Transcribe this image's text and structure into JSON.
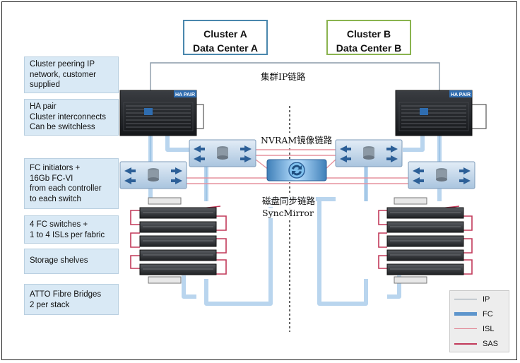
{
  "cluster_a": {
    "line1": "Cluster A",
    "line2": "Data Center A",
    "border_color": "#4a87ad"
  },
  "cluster_b": {
    "line1": "Cluster B",
    "line2": "Data Center B",
    "border_color": "#8ab34f"
  },
  "side_labels": {
    "peering": {
      "lines": [
        "Cluster peering IP",
        "network, customer",
        "supplied"
      ]
    },
    "ha_pair": {
      "lines": [
        "HA pair",
        "Cluster interconnects",
        "Can be switchless"
      ]
    },
    "fc_initiators": {
      "lines": [
        "FC initiators +",
        "16Gb FC-VI",
        "from each controller",
        "to each switch"
      ]
    },
    "fc_switches": {
      "lines": [
        "4 FC switches +",
        "1 to 4 ISLs per fabric"
      ]
    },
    "storage_shelves": {
      "lines": [
        "Storage shelves"
      ]
    },
    "atto_bridges": {
      "lines": [
        "ATTO Fibre Bridges",
        "2 per stack"
      ]
    }
  },
  "link_labels": {
    "cluster_ip": "集群IP链路",
    "nvram": "NVRAM镜像链路",
    "disk_sync": "磁盘同步链路",
    "syncmirror": "SyncMirror"
  },
  "controller_badge": "HA PAIR",
  "legend": [
    {
      "label": "IP",
      "color": "#8a9aa8",
      "style": "ip"
    },
    {
      "label": "FC",
      "color": "#5d95cc",
      "style": "fc"
    },
    {
      "label": "ISL",
      "color": "#e07a8a",
      "style": "isl"
    },
    {
      "label": "SAS",
      "color": "#c23a5a",
      "style": "sas"
    }
  ],
  "colors": {
    "fc_link": "#b9d5ee",
    "fc_link_core": "#7eb0dd",
    "isl_link": "#e6929d",
    "sas_link": "#c23a5a",
    "ip_link": "#8a9aa8",
    "label_fill": "#d9e9f5",
    "switch_fill": "#c5d9ec",
    "switch_arrow": "#2c5f97"
  }
}
